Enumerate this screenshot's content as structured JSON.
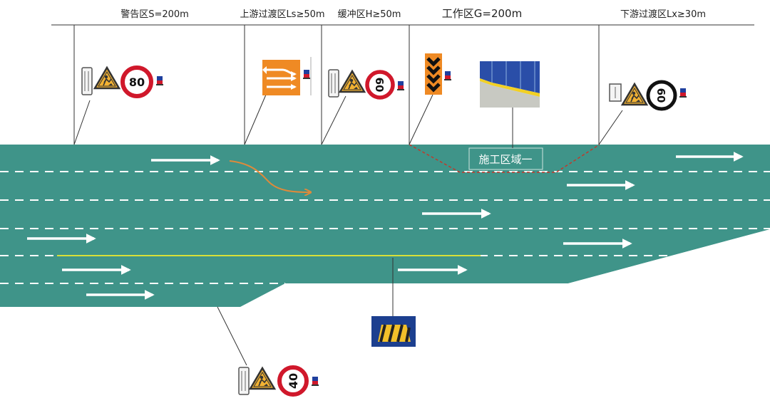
{
  "zones": [
    {
      "label": "警告区S=200m"
    },
    {
      "label": "上游过渡区Ls≥50m"
    },
    {
      "label": "缓冲区H≥50m"
    },
    {
      "label": "工作区G=200m"
    },
    {
      "label": "下游过渡区Lx≥30m"
    }
  ],
  "work_area": {
    "label": "施工区域一"
  },
  "speed_signs": [
    "80",
    "60",
    "60",
    "40"
  ],
  "colors": {
    "road": "#3f9489",
    "lane_line": "#ffffff",
    "center_line": "#d8e038",
    "zone_boundary": "#c0392b",
    "lane_change_arrow": "#e08a3a",
    "warning_sign": "#f2b233",
    "speed_ring": "#d0182b",
    "arrow_board": "#ef8a24",
    "barrier_frame": "#1c3f8f"
  },
  "icons": [
    "construction-warning-sign-icon",
    "speed-limit-sign-icon",
    "lane-shift-arrow-board-icon",
    "chevron-delineator-icon",
    "blue-fence-photo-icon",
    "water-barrier-icon",
    "warning-light-icon"
  ]
}
